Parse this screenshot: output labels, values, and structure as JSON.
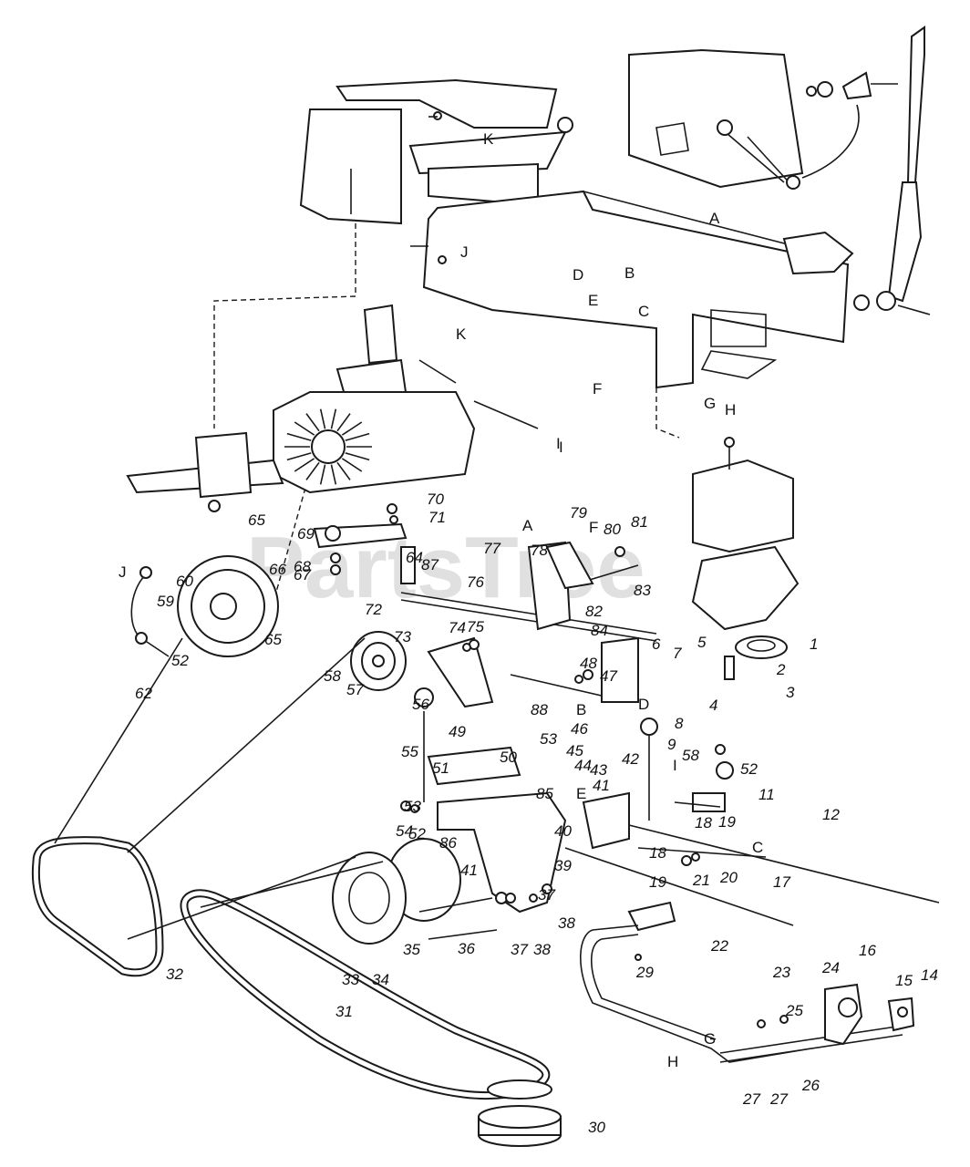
{
  "watermark": "PartsTree",
  "part_numbers": [
    "1",
    "2",
    "3",
    "4",
    "5",
    "6",
    "7",
    "8",
    "9",
    "11",
    "12",
    "14",
    "15",
    "16",
    "17",
    "18",
    "18",
    "19",
    "19",
    "20",
    "21",
    "22",
    "23",
    "24",
    "25",
    "26",
    "27",
    "27",
    "29",
    "30",
    "31",
    "32",
    "33",
    "34",
    "35",
    "36",
    "37",
    "37",
    "38",
    "38",
    "39",
    "40",
    "41",
    "41",
    "42",
    "43",
    "44",
    "45",
    "46",
    "47",
    "48",
    "49",
    "50",
    "51",
    "52",
    "52",
    "52",
    "53",
    "53",
    "54",
    "55",
    "56",
    "57",
    "58",
    "58",
    "59",
    "60",
    "62",
    "64",
    "65",
    "65",
    "66",
    "67",
    "68",
    "69",
    "70",
    "71",
    "72",
    "73",
    "74",
    "75",
    "76",
    "77",
    "78",
    "79",
    "80",
    "81",
    "82",
    "83",
    "84",
    "85",
    "86",
    "87",
    "88"
  ],
  "connector_letters": [
    "K",
    "J",
    "A",
    "B",
    "C",
    "D",
    "E",
    "F",
    "G",
    "H",
    "I",
    "K",
    "I",
    "J",
    "A",
    "F",
    "B",
    "D",
    "E",
    "C",
    "G",
    "H",
    "I"
  ]
}
